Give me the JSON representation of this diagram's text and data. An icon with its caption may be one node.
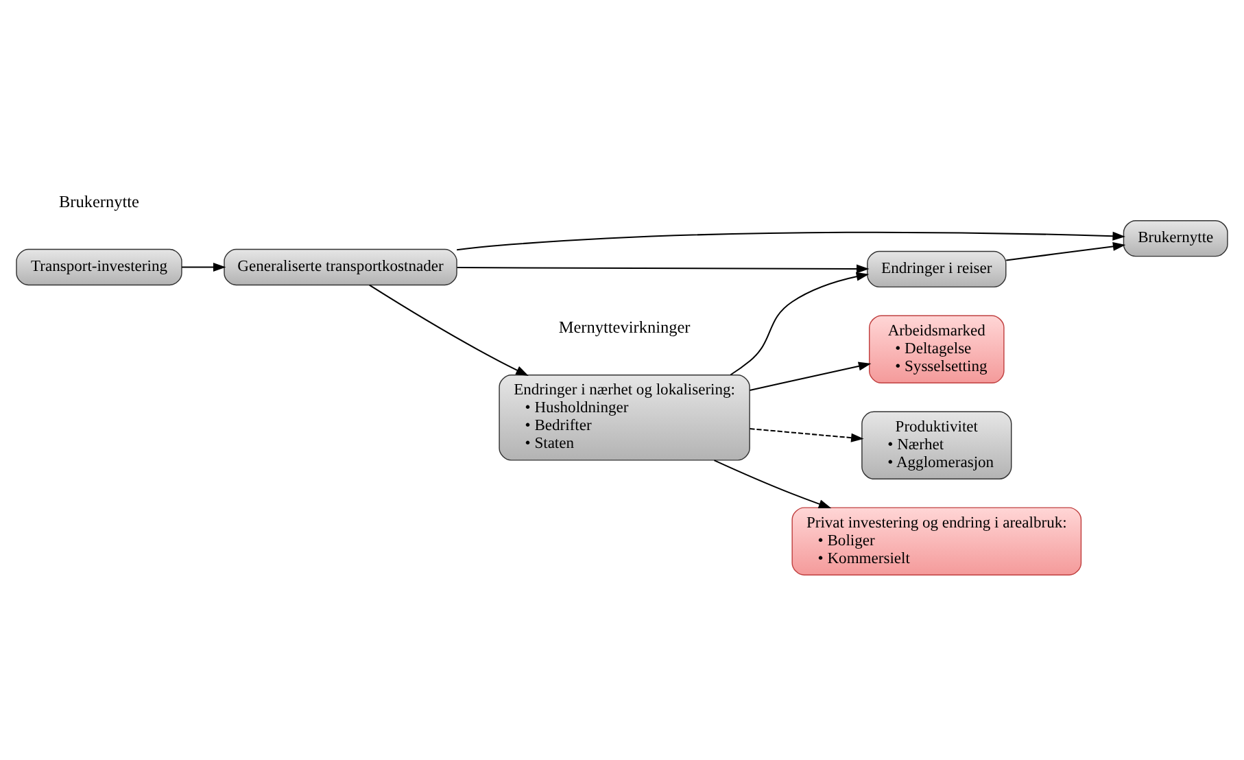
{
  "diagram": {
    "nodes": [
      {
        "text": [
          "Transport-investering"
        ]
      },
      {
        "text": [
          "Generaliserte transportkostnader"
        ]
      },
      {
        "text": [
          "Endringer i reiser"
        ]
      },
      {
        "text": [
          "Brukernytte"
        ]
      },
      {
        "text": [
          "Endringer i nærhet og lokalisering:",
          "• Husholdninger",
          "• Bedrifter",
          "• Staten"
        ]
      },
      {
        "text": [
          "Privat investering og endring i arealbruk:",
          "• Boliger",
          "• Kommersielt"
        ]
      },
      {
        "text": [
          "Arbeidsmarked",
          "• Deltagelse",
          "• Sysselsetting"
        ]
      },
      {
        "text": [
          "Produktivitet",
          "• Nærhet",
          "• Agglomerasjon"
        ]
      }
    ],
    "edges": [
      {
        "from": 0,
        "to": 1,
        "arrow": "to"
      },
      {
        "from": 1,
        "to": 4,
        "arrow": "to"
      },
      {
        "from": 1,
        "to": 2,
        "arrow": "to"
      },
      {
        "from": 1,
        "to": 3,
        "arrow": "to"
      },
      {
        "from": 4,
        "to": 2,
        "arrow": "to"
      },
      {
        "from": 2,
        "to": 3,
        "arrow": "to"
      },
      {
        "from": 4,
        "to": 5,
        "arrow": "to"
      },
      {
        "from": 4,
        "to": 6,
        "arrow": "to"
      },
      {
        "from": 4,
        "to": 7,
        "arrow": "to",
        "style": "dashed"
      }
    ],
    "labels": [
      "Brukernytte",
      "Mernyttevirkninger"
    ]
  }
}
